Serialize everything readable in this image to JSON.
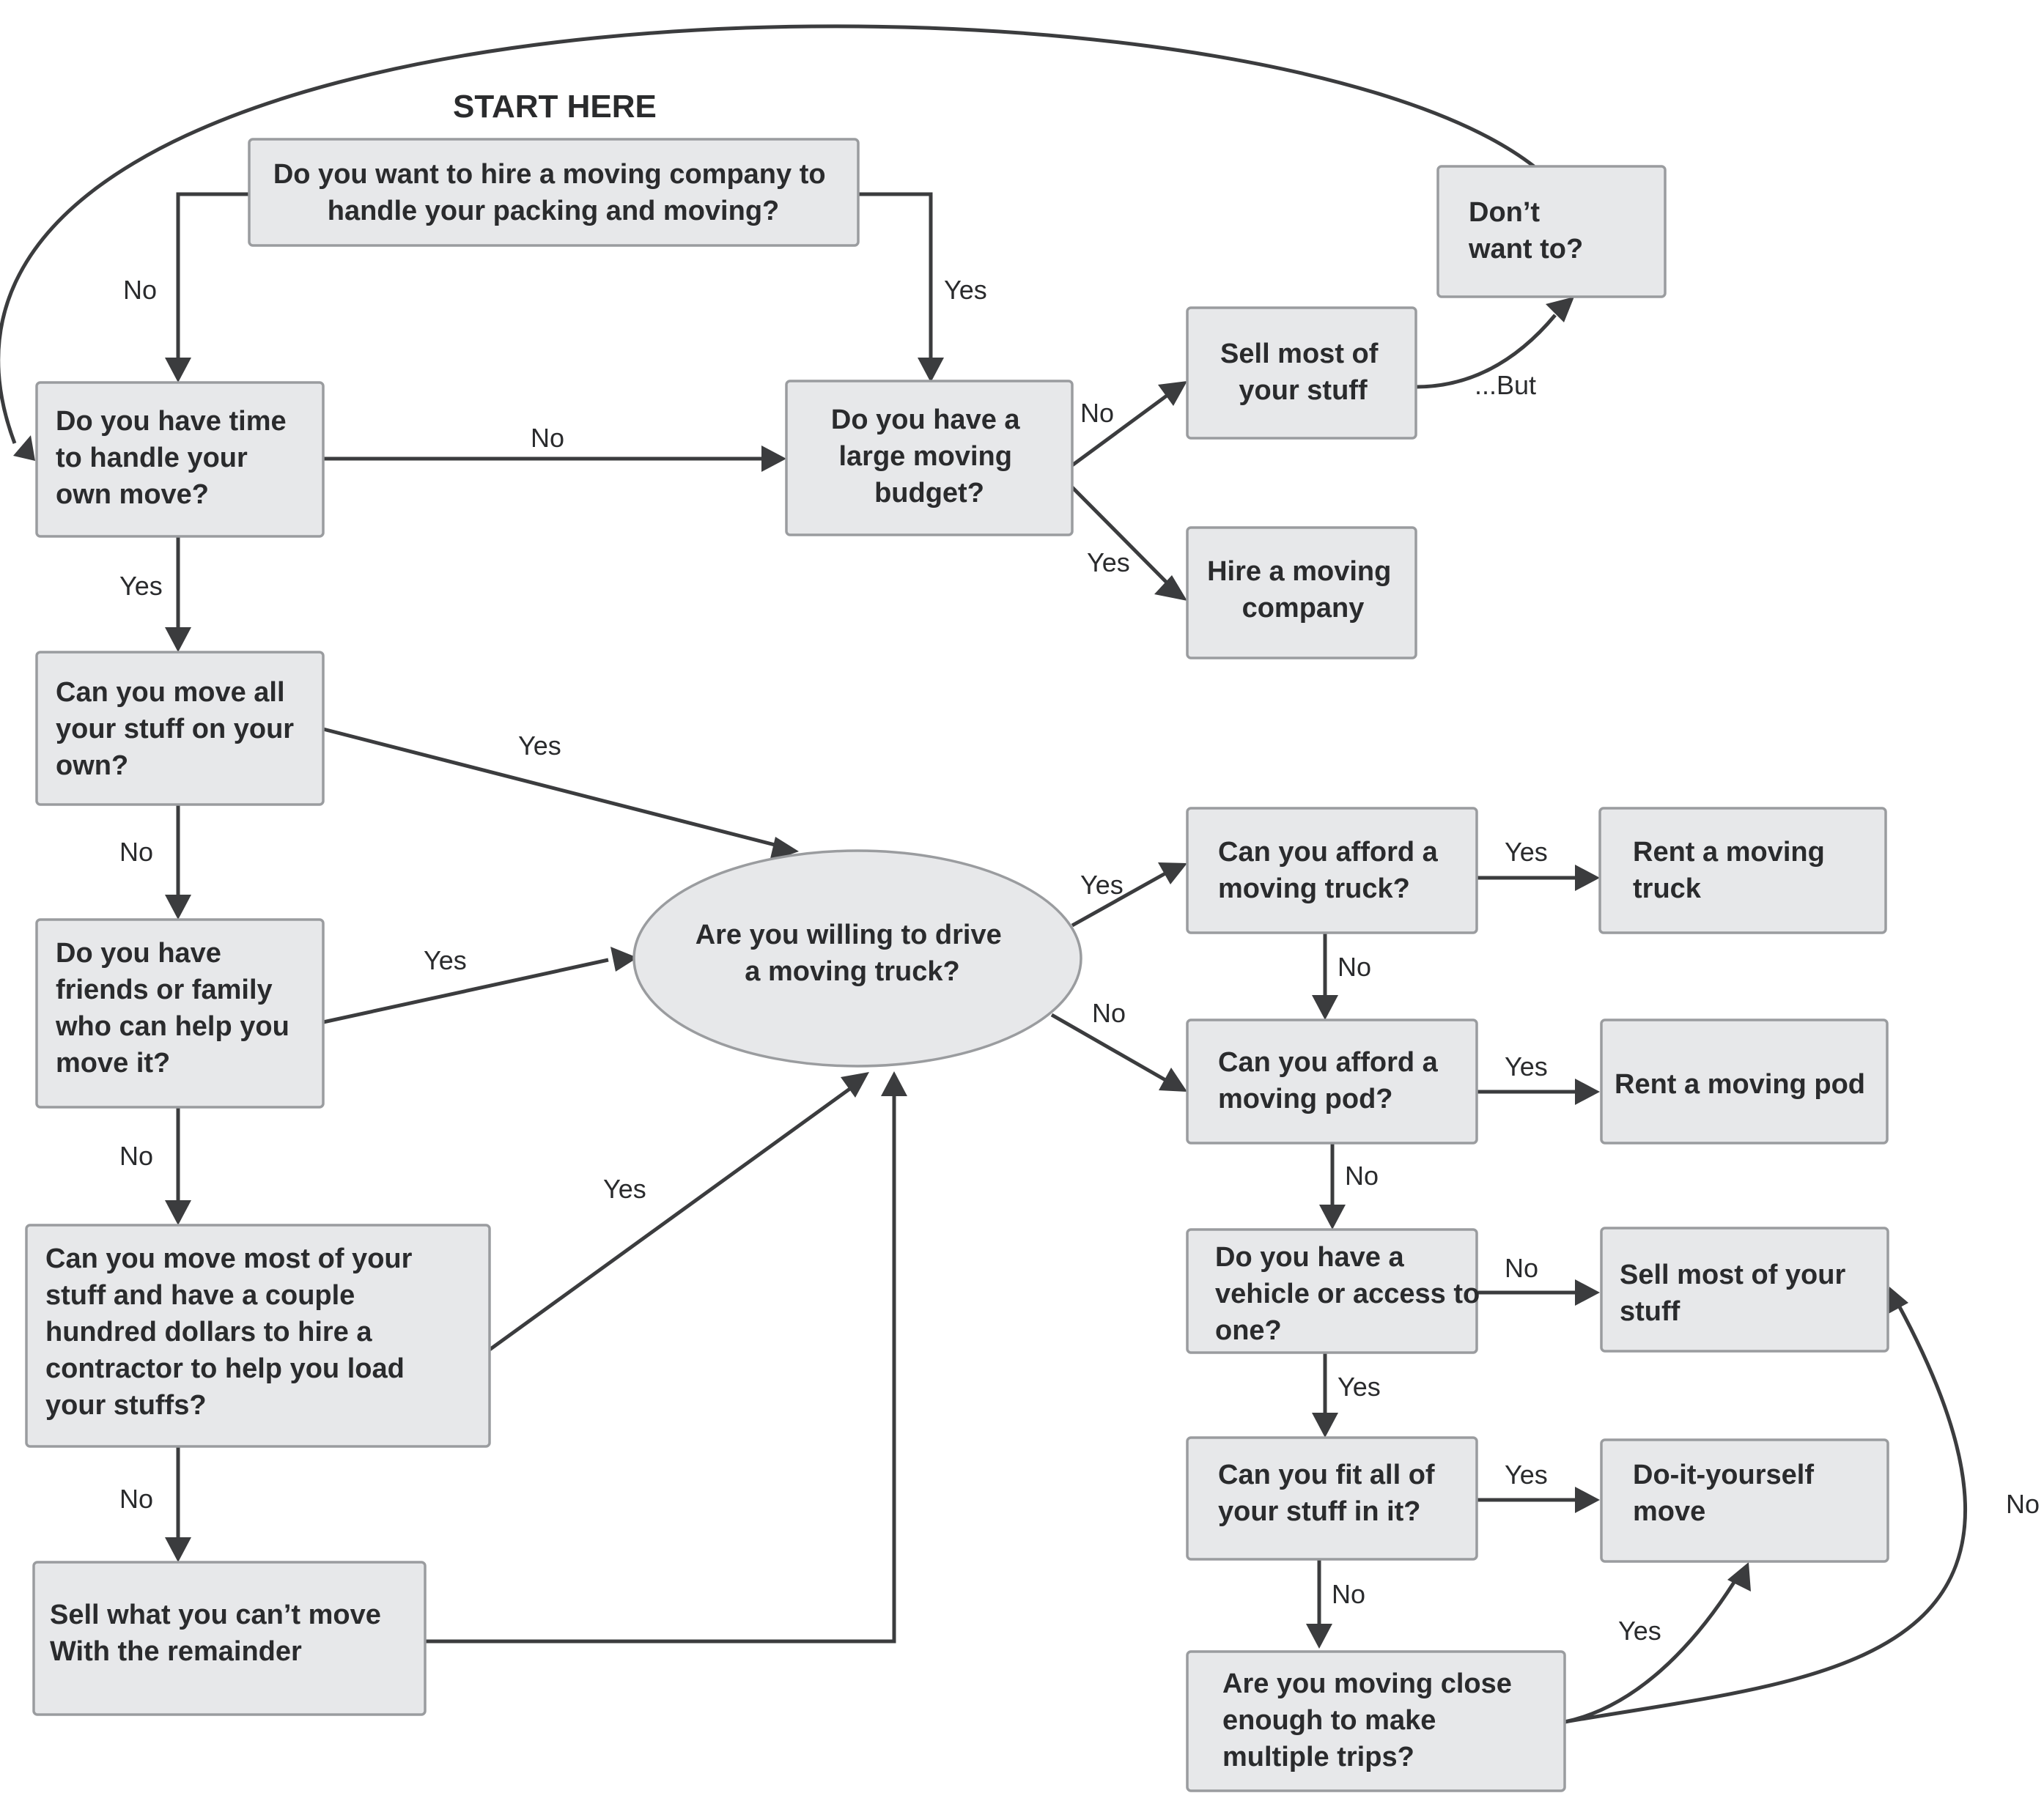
{
  "start_label": "START HERE",
  "nodes": {
    "q_hire": {
      "lines": [
        "Do you want to hire a moving company to",
        "handle your packing and moving?"
      ]
    },
    "q_time": {
      "lines": [
        "Do you have time",
        "to handle your",
        "own move?"
      ]
    },
    "q_budget": {
      "lines": [
        "Do you have a",
        "large moving",
        "budget?"
      ]
    },
    "sell1": {
      "lines": [
        "Sell most of",
        "your stuff"
      ]
    },
    "dont": {
      "lines": [
        "Don’t",
        "want to?"
      ]
    },
    "hire_co": {
      "lines": [
        "Hire a moving",
        "company"
      ]
    },
    "q_move_all": {
      "lines": [
        "Can you move all",
        "your stuff on your",
        "own?"
      ]
    },
    "q_friends": {
      "lines": [
        "Do you have",
        "friends or family",
        "who can help you",
        "move it?"
      ]
    },
    "q_most": {
      "lines": [
        "Can you move most of your",
        "stuff and have a couple",
        "hundred dollars to hire a",
        "contractor to help you load",
        "your stuffs?"
      ]
    },
    "sell_remainder": {
      "lines": [
        "Sell what you can’t move",
        "With the remainder"
      ]
    },
    "q_drive": {
      "lines": [
        "Are you willing to drive",
        "a moving truck?"
      ]
    },
    "q_truck": {
      "lines": [
        "Can you afford a",
        "moving truck?"
      ]
    },
    "rent_truck": {
      "lines": [
        "Rent a moving",
        "truck"
      ]
    },
    "q_pod": {
      "lines": [
        "Can you afford a",
        "moving pod?"
      ]
    },
    "rent_pod": {
      "lines": [
        "Rent a moving pod"
      ]
    },
    "q_vehicle": {
      "lines": [
        "Do you have a",
        "vehicle or access to",
        "one?"
      ]
    },
    "sell2": {
      "lines": [
        "Sell most of your",
        "stuff"
      ]
    },
    "q_fit": {
      "lines": [
        "Can you fit all of",
        "your stuff in it?"
      ]
    },
    "diy": {
      "lines": [
        "Do-it-yourself",
        "move"
      ]
    },
    "q_close": {
      "lines": [
        "Are you moving close",
        "enough to make",
        "multiple trips?"
      ]
    }
  },
  "edge_labels": {
    "hire_no": "No",
    "hire_yes": "Yes",
    "time_no": "No",
    "time_yes": "Yes",
    "budget_no": "No",
    "budget_yes": "Yes",
    "sell_but": "...But",
    "moveall_yes": "Yes",
    "moveall_no": "No",
    "friends_yes": "Yes",
    "friends_no": "No",
    "most_yes": "Yes",
    "most_no": "No",
    "drive_yes": "Yes",
    "drive_no": "No",
    "truck_yes": "Yes",
    "truck_no": "No",
    "pod_yes": "Yes",
    "pod_no": "No",
    "vehicle_no": "No",
    "vehicle_yes": "Yes",
    "fit_yes": "Yes",
    "fit_no": "No",
    "close_yes": "Yes",
    "close_no": "No"
  }
}
